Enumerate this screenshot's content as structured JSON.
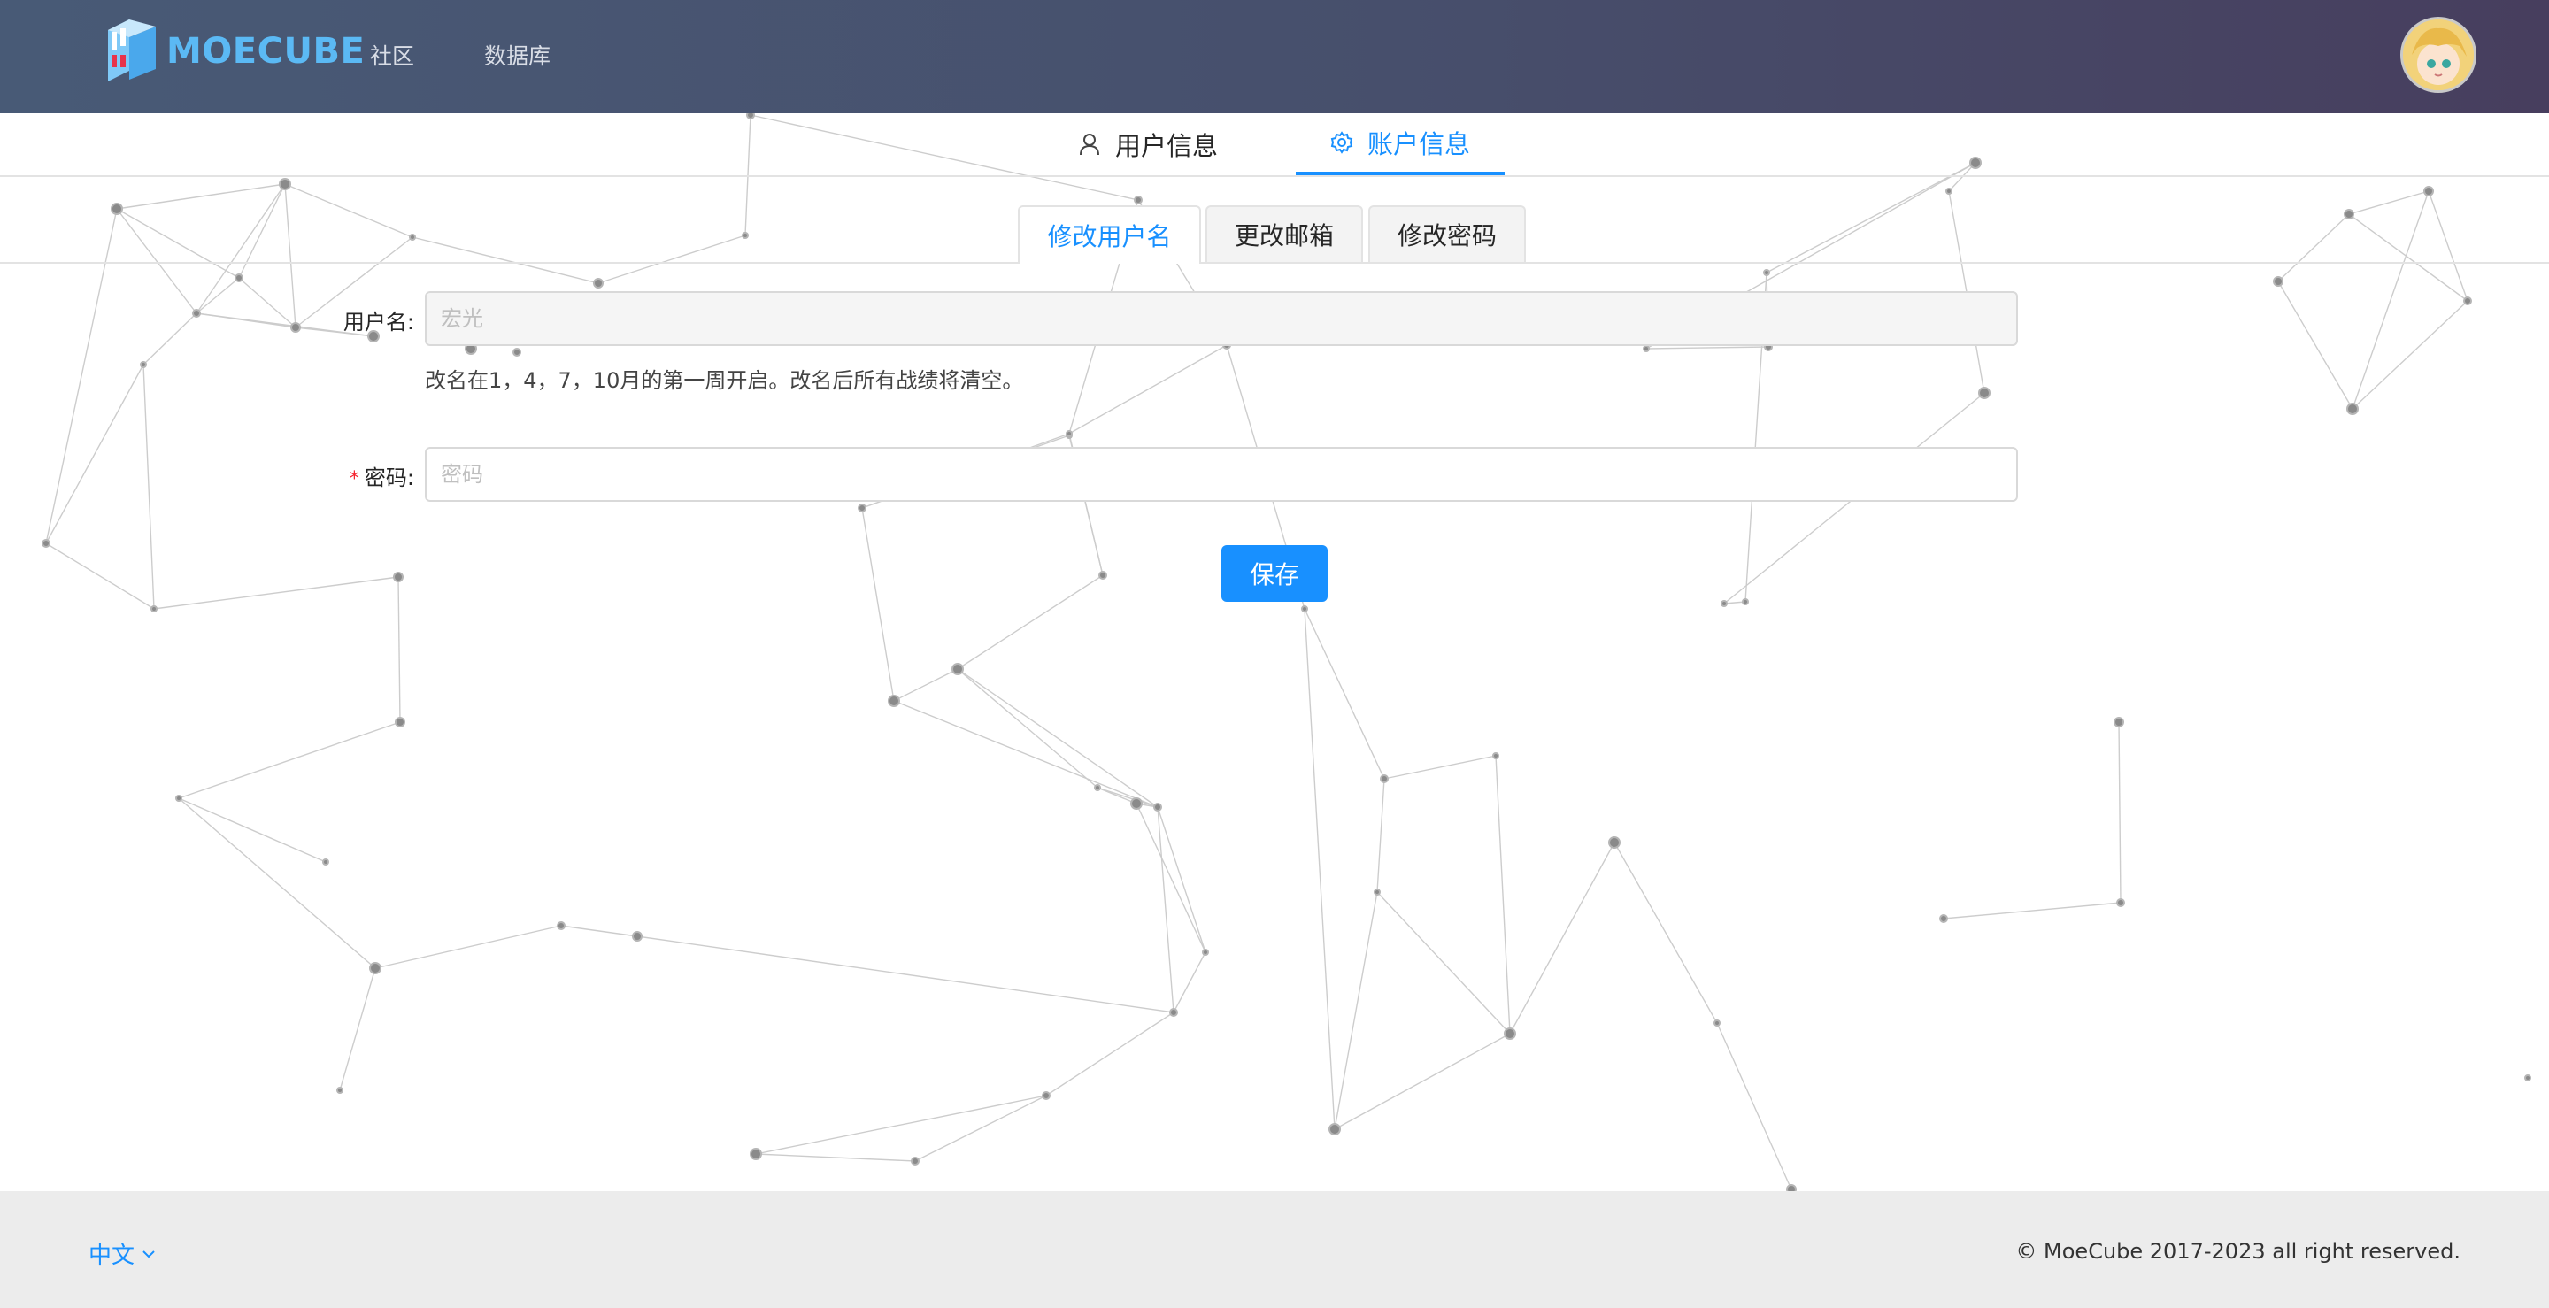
{
  "header": {
    "logo_text": "MOECUBE",
    "nav": [
      {
        "label": "社区"
      },
      {
        "label": "数据库"
      }
    ]
  },
  "top_tabs": [
    {
      "label": "用户信息",
      "icon": "user-icon",
      "active": false
    },
    {
      "label": "账户信息",
      "icon": "gear-icon",
      "active": true
    }
  ],
  "sub_tabs": [
    {
      "label": "修改用户名",
      "active": true
    },
    {
      "label": "更改邮箱",
      "active": false
    },
    {
      "label": "修改密码",
      "active": false
    }
  ],
  "form": {
    "username_label": "用户名:",
    "username_placeholder": "宏光",
    "hint": "改名在1，4，7，10月的第一周开启。改名后所有战绩将清空。",
    "password_required_mark": "*",
    "password_label": "密码:",
    "password_placeholder": "密码",
    "save_label": "保存"
  },
  "footer": {
    "language": "中文",
    "copyright": "© MoeCube 2017-2023 all right reserved."
  },
  "colors": {
    "primary": "#1890ff",
    "header_start": "#485a76",
    "header_end": "#473e5e",
    "footer_bg": "#ececec",
    "logo_blue": "#5bb9f4"
  }
}
